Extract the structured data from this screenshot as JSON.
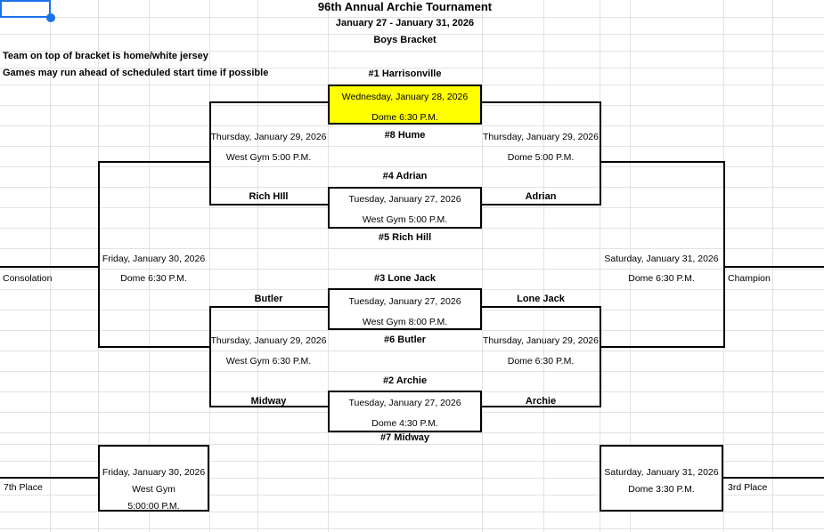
{
  "header": {
    "title": "96th Annual Archie Tournament",
    "date_range": "January 27 - January 31, 2026",
    "bracket_name": "Boys Bracket",
    "note_jersey": "Team on top of bracket is home/white jersey",
    "note_schedule": "Games may run ahead of scheduled start time if possible"
  },
  "round1": {
    "game1": {
      "top_seed": "#1 Harrisonville",
      "bottom_seed": "#8 Hume",
      "date": "Wednesday, January 28, 2026",
      "venue_time": "Dome 6:30 P.M.",
      "highlighted": true
    },
    "game2": {
      "top_seed": "#4 Adrian",
      "bottom_seed": "#5 Rich Hill",
      "date": "Tuesday, January 27, 2026",
      "venue_time": "West Gym 5:00 P.M."
    },
    "game3": {
      "top_seed": "#3 Lone Jack",
      "bottom_seed": "#6 Butler",
      "date": "Tuesday, January 27, 2026",
      "venue_time": "West Gym 8:00 P.M."
    },
    "game4": {
      "top_seed": "#2 Archie",
      "bottom_seed": "#7 Midway",
      "date": "Tuesday, January 27, 2026",
      "venue_time": "Dome 4:30 P.M."
    }
  },
  "consolation_bracket": {
    "semi1": {
      "date": "Thursday, January 29, 2026",
      "venue_time": "West Gym 5:00 P.M.",
      "feeder_team": "Rich HIll"
    },
    "semi2": {
      "date": "Thursday, January 29, 2026",
      "venue_time": "West Gym 6:30 P.M.",
      "feeder_team_top": "Butler",
      "feeder_team_bottom": "Midway"
    },
    "final": {
      "date": "Friday, January 30, 2026",
      "venue_time": "Dome 6:30 P.M.",
      "result_label": "Consolation"
    },
    "seventh_place": {
      "date": "Friday, January 30, 2026",
      "venue": "West Gym",
      "time": "5:00:00 P.M.",
      "result_label": "7th Place"
    }
  },
  "championship_bracket": {
    "semi1": {
      "date": "Thursday, January 29, 2026",
      "venue_time": "Dome 5:00 P.M.",
      "feeder_team": "Adrian"
    },
    "semi2": {
      "date": "Thursday, January 29, 2026",
      "venue_time": "Dome 6:30 P.M.",
      "feeder_team_top": "Lone Jack",
      "feeder_team_bottom": "Archie"
    },
    "final": {
      "date": "Saturday, January 31, 2026",
      "venue_time": "Dome 6:30 P.M.",
      "result_label": "Champion"
    },
    "third_place": {
      "date": "Saturday, January 31, 2026",
      "venue_time": "Dome 3:30 P.M.",
      "result_label": "3rd Place"
    }
  },
  "colors": {
    "highlight": "#ffff00",
    "selection_blue": "#1a73e8",
    "gridline": "#e2e2e2",
    "bracket_line": "#000000"
  }
}
